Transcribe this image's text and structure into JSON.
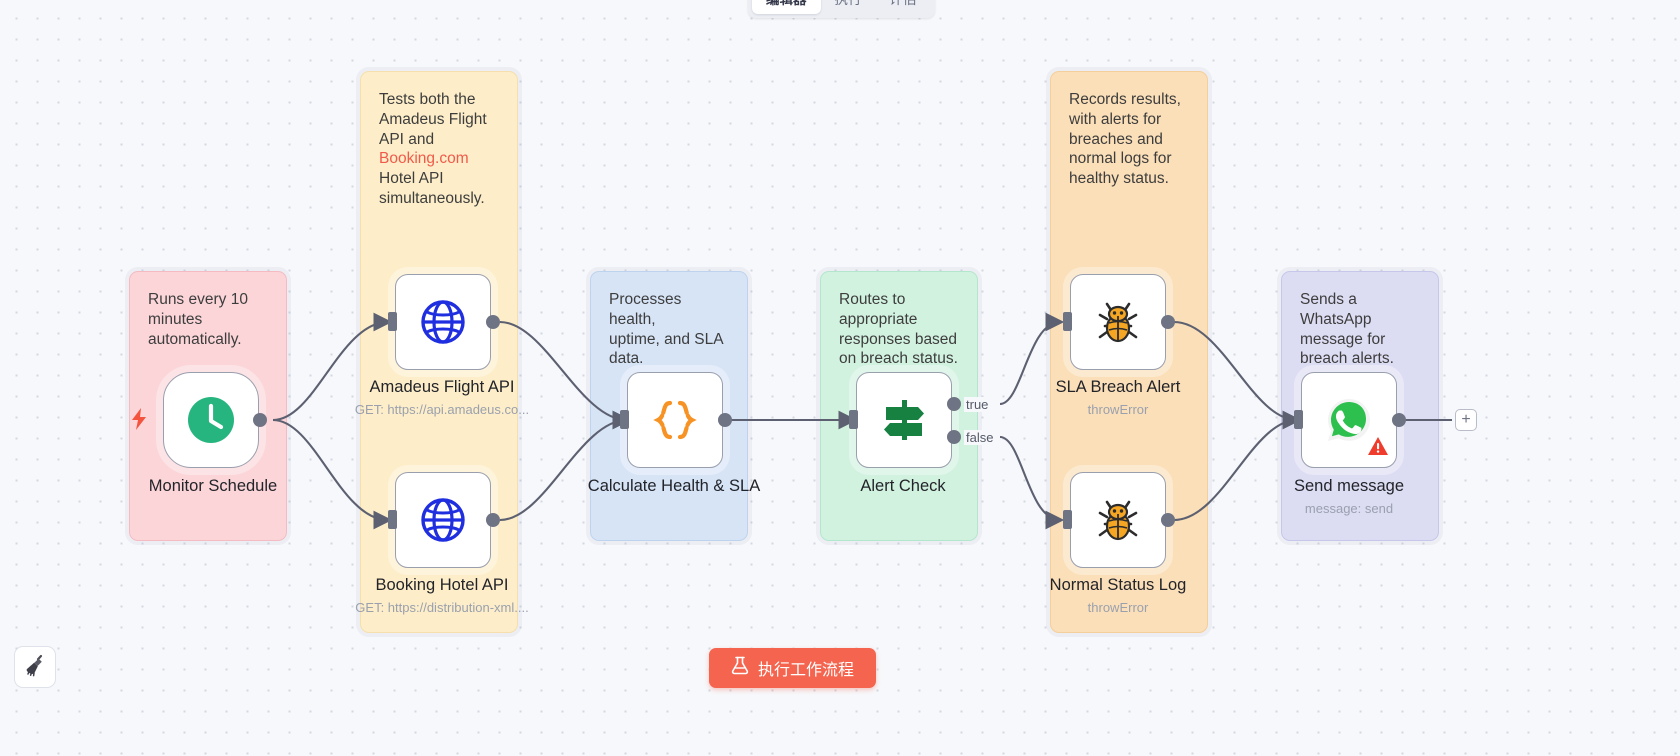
{
  "tabs": [
    {
      "label": "编辑器",
      "active": true
    },
    {
      "label": "执行",
      "active": false
    },
    {
      "label": "评估",
      "active": false
    }
  ],
  "groups": [
    {
      "id": "trigger",
      "note_pre": "Runs every 10\nminutes\nautomatically.",
      "note_hl": "",
      "note_post": ""
    },
    {
      "id": "apis",
      "note_pre": "Tests both the\nAmadeus Flight\nAPI and\n",
      "note_hl": "Booking.com",
      "note_post": "\nHotel API\nsimultaneously."
    },
    {
      "id": "compute",
      "note_pre": "Processes health,\nuptime, and SLA\ndata.",
      "note_hl": "",
      "note_post": ""
    },
    {
      "id": "routing",
      "note_pre": "Routes to\nappropriate\nresponses based\non breach status.",
      "note_hl": "",
      "note_post": ""
    },
    {
      "id": "logging",
      "note_pre": "Records results,\nwith alerts for\nbreaches and\nnormal logs for\nhealthy status.",
      "note_hl": "",
      "note_post": ""
    },
    {
      "id": "notify",
      "note_pre": "Sends a\nWhatsApp\nmessage for\nbreach alerts.",
      "note_hl": "",
      "note_post": ""
    }
  ],
  "nodes": [
    {
      "id": "monitor-schedule",
      "label": "Monitor Schedule",
      "sub": "",
      "icon": "clock-icon"
    },
    {
      "id": "amadeus-flight-api",
      "label": "Amadeus Flight API",
      "sub": "GET: https://api.amadeus.co...",
      "icon": "globe-icon"
    },
    {
      "id": "booking-hotel-api",
      "label": "Booking Hotel API",
      "sub": "GET: https://distribution-xml....",
      "icon": "globe-icon"
    },
    {
      "id": "calculate-health",
      "label": "Calculate Health & SLA",
      "sub": "",
      "icon": "code-braces-icon"
    },
    {
      "id": "alert-check",
      "label": "Alert Check",
      "sub": "",
      "icon": "signpost-icon"
    },
    {
      "id": "sla-breach-alert",
      "label": "SLA Breach Alert",
      "sub": "throwError",
      "icon": "bug-icon"
    },
    {
      "id": "normal-status-log",
      "label": "Normal Status Log",
      "sub": "throwError",
      "icon": "bug-icon"
    },
    {
      "id": "send-message",
      "label": "Send message",
      "sub": "message: send",
      "icon": "whatsapp-icon"
    }
  ],
  "branch_labels": {
    "true": "true",
    "false": "false"
  },
  "exec_button": {
    "label": "执行工作流程",
    "icon": "flask-icon"
  },
  "tidy_button": {
    "icon": "broom-icon"
  },
  "add_button": {
    "label": "+"
  },
  "colors": {
    "accent_red": "#f4644f",
    "link_red": "#f15a4a",
    "sticky_pink": "#fbd5d8",
    "sticky_yellow": "#fdeec9",
    "sticky_blue": "#d6e4f6",
    "sticky_green": "#d2f2e0",
    "sticky_orange": "#fbdfb8",
    "sticky_purple": "#dcdcf3",
    "wire": "#5c6070",
    "canvas_bg": "#f7f8fb"
  }
}
